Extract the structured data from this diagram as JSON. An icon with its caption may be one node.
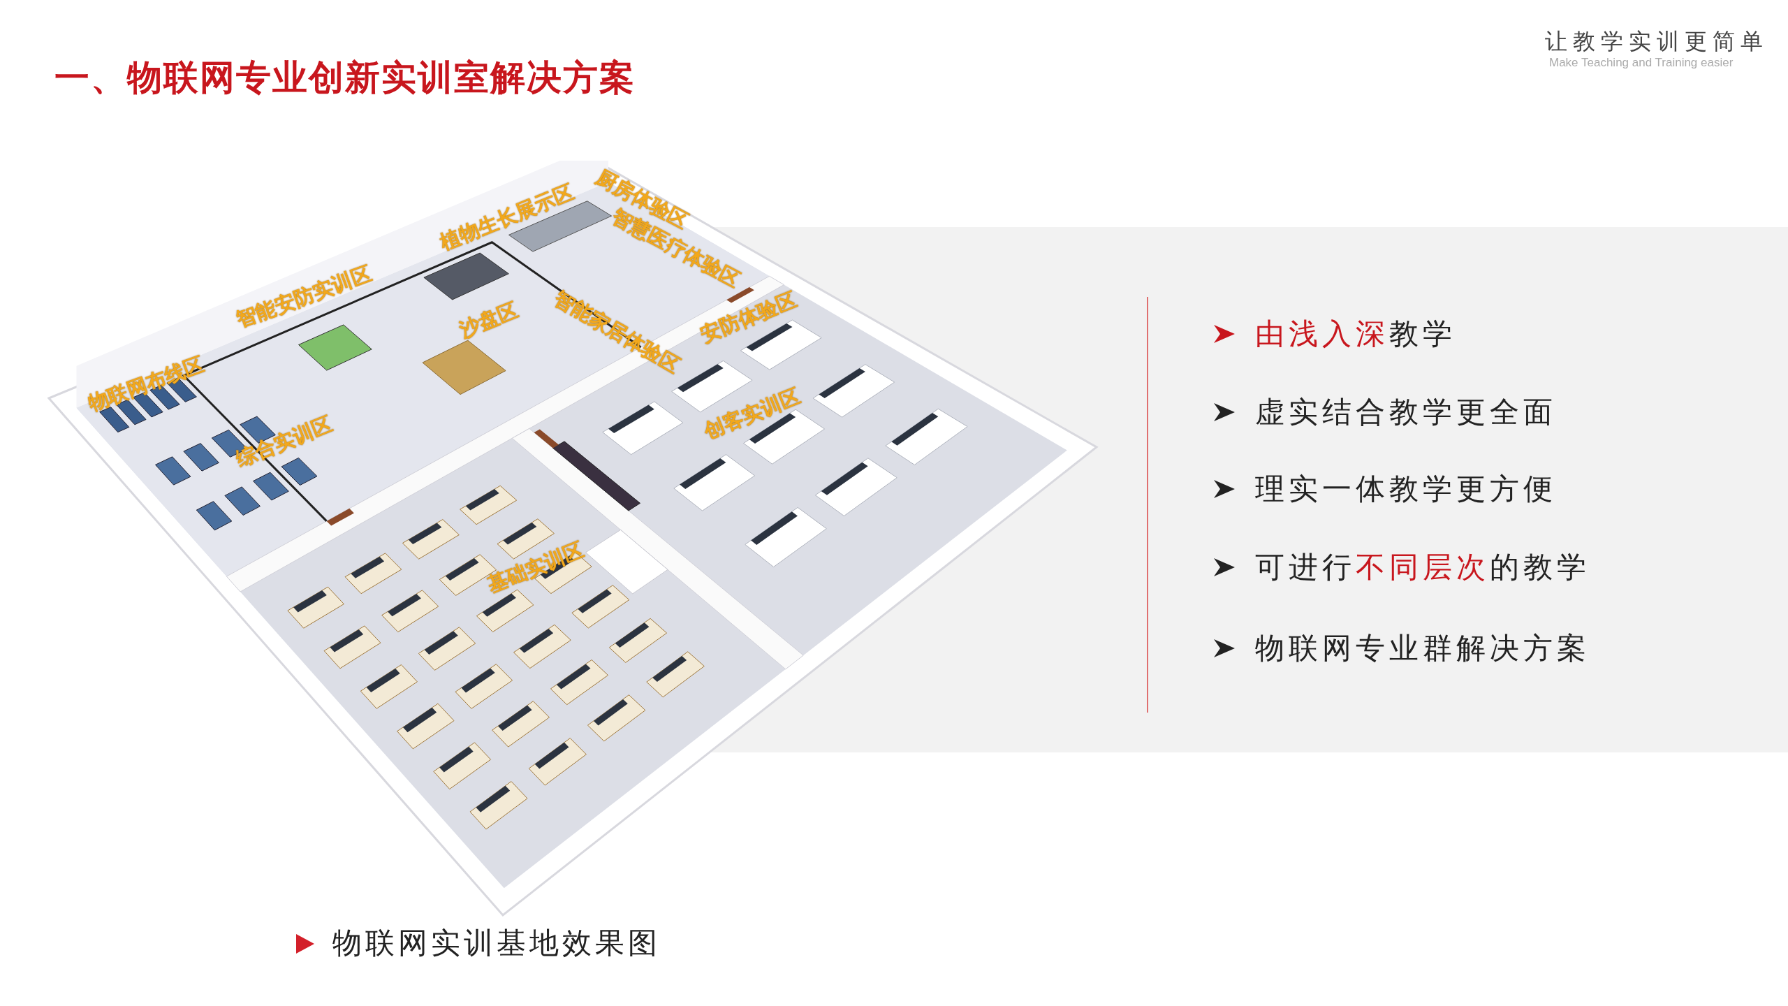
{
  "diagram": {
    "title": "一、物联网专业创新实训室解决方案",
    "caption": "物联网实训基地效果图",
    "labels": [
      "让教学实训更简单",
      "Make Teaching and Training easier",
      "**由浅入深**教学",
      "虚实结合教学更全面",
      "理实一体教学更方便",
      "可进行**不同层次**的教学",
      "物联网专业群解决方案",
      "厨房体验区",
      "植物生长展示区",
      "智慧医疗体验区",
      "智能安防实训区",
      "安防体验区",
      "智能家居体验区",
      "沙盘区",
      "物联网布线区",
      "综合实训区",
      "创客实训区",
      "基础实训区"
    ]
  }
}
